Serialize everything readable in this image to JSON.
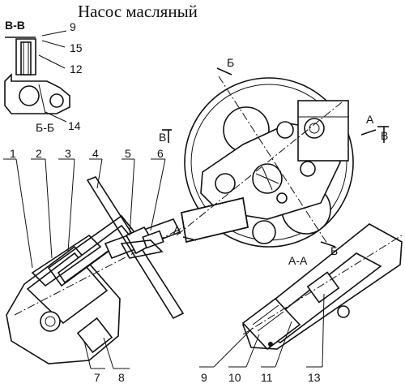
{
  "title": "Насос масляный",
  "section_labels": {
    "bb": "В-В",
    "bb2": "Б-Б",
    "b_top": "Б",
    "b_bottom": "Б",
    "a_left": "А",
    "a_right": "А",
    "aa": "А-А",
    "v_left": "В",
    "v_right": "В"
  },
  "callouts": [
    "1",
    "2",
    "3",
    "4",
    "5",
    "6",
    "7",
    "8",
    "9",
    "10",
    "11",
    "12",
    "13",
    "14",
    "15",
    "9"
  ]
}
